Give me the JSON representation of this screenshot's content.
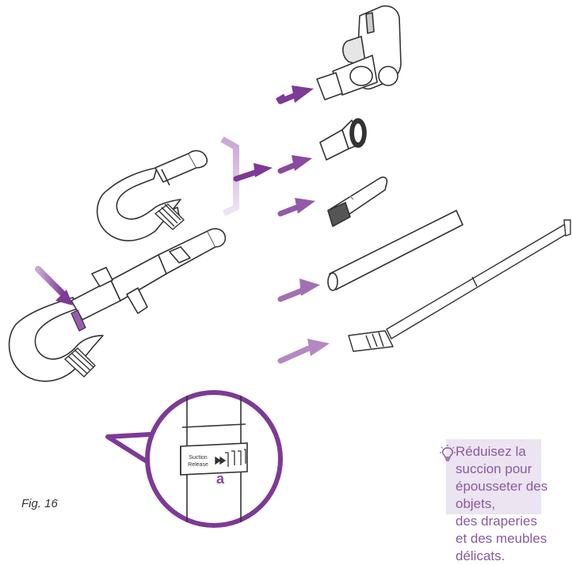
{
  "figure": {
    "label": "Fig. 16",
    "callout_letter": "a"
  },
  "band": {
    "text_top": "Suction",
    "text_bottom": "Release"
  },
  "tip": {
    "text": "Réduisez la succion pour\népousseter des objets,\ndes draperies et des meubles\ndélicats."
  },
  "colors": {
    "accent": "#7d3a96",
    "accent_light": "#c9a7d6",
    "tip_background": "#ece4f0",
    "tip_text": "#8a5aa0",
    "line": "#333333"
  },
  "icons": [
    "lightbulb-icon",
    "arrow-icon"
  ]
}
